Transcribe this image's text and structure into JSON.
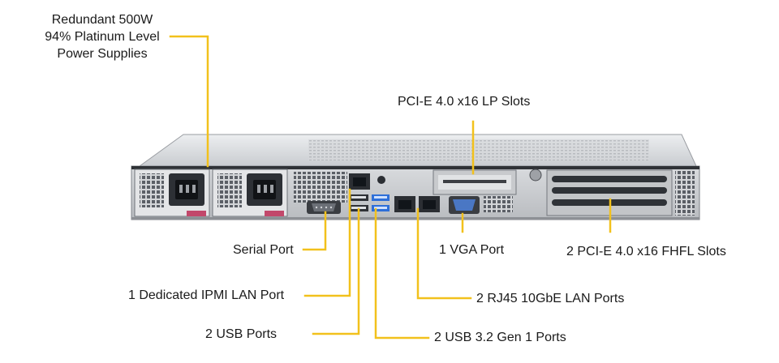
{
  "colors": {
    "leader_line": "#f2c11c",
    "chassis_top": "#d7d9dc",
    "chassis_face": "#cfd1d4",
    "chassis_dark": "#3c3f44",
    "psu_face": "#e6e7e8",
    "port_blue": "#2e6fd8",
    "vga_blue": "#4a77c4",
    "led_red": "#c2486b"
  },
  "labels": {
    "psu": [
      "Redundant  500W",
      "94% Platinum  Level",
      "Power Supplies"
    ],
    "pcie_lp": "PCI-E  4.0 x16 LP Slots",
    "serial": "Serial Port",
    "vga": "1 VGA Port",
    "pcie_fhfl": "2 PCI-E  4.0 x16 FHFL Slots",
    "ipmi": "1 Dedicated IPMI  LAN Port",
    "rj45": "2 RJ45  10GbE LAN Ports",
    "usb": "2 USB Ports",
    "usb32": "2 USB 3.2 Gen  1 Ports"
  },
  "icons": {
    "power_inlet_1": "power-inlet-icon",
    "power_inlet_2": "power-inlet-icon",
    "serial": "db9-connector-icon",
    "vga": "vga-connector-icon",
    "rj45": "rj45-port-icon",
    "usb": "usb-port-icon"
  }
}
